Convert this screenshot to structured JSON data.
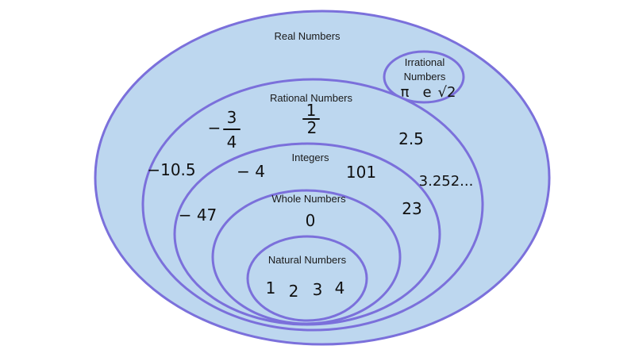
{
  "sets": {
    "real": "Real Numbers",
    "irrational_line1": "Irrational",
    "irrational_line2": "Numbers",
    "rational": "Rational Numbers",
    "integers": "Integers",
    "whole": "Whole Numbers",
    "natural": "Natural Numbers"
  },
  "irrational_examples": {
    "pi": "π",
    "e": "e",
    "sqrt2": "√2"
  },
  "rational_examples": {
    "neg_three_quarters": {
      "sign": "−",
      "numerator": "3",
      "denominator": "4"
    },
    "one_half": {
      "numerator": "1",
      "denominator": "2"
    },
    "two_point_five": "2.5",
    "neg_ten_point_five": "−10.5",
    "repeating": "3.252..."
  },
  "integer_examples": {
    "neg_four": "− 4",
    "one_oh_one": "101",
    "twenty_three": "23",
    "neg_forty_seven": "− 47"
  },
  "whole_examples": {
    "zero": "0"
  },
  "natural_examples": [
    "1",
    "2",
    "3",
    "4"
  ]
}
